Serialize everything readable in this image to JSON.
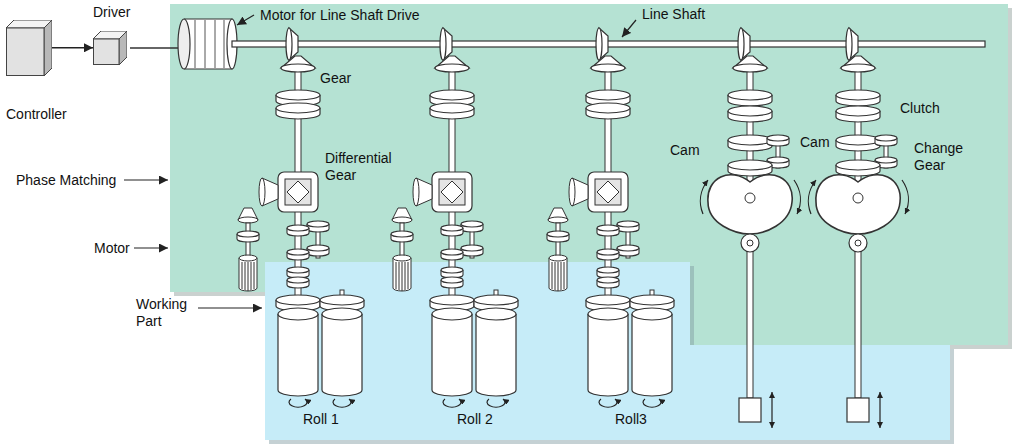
{
  "diagram": {
    "nodes": [
      {
        "text": [
          "Controller"
        ]
      },
      {
        "text": [
          "Driver"
        ]
      }
    ],
    "edges": [
      {
        "from": 0,
        "to": 1,
        "arrow": "to"
      }
    ],
    "labels": [
      "Motor for Line Shaft Drive",
      "Line Shaft",
      "Gear",
      "Phase Matching",
      "Differential Gear",
      "Motor",
      "Working Part",
      "Clutch",
      "Change Gear",
      "Cam",
      "Cam",
      "Roll 1",
      "Roll 2",
      "Roll3"
    ]
  }
}
